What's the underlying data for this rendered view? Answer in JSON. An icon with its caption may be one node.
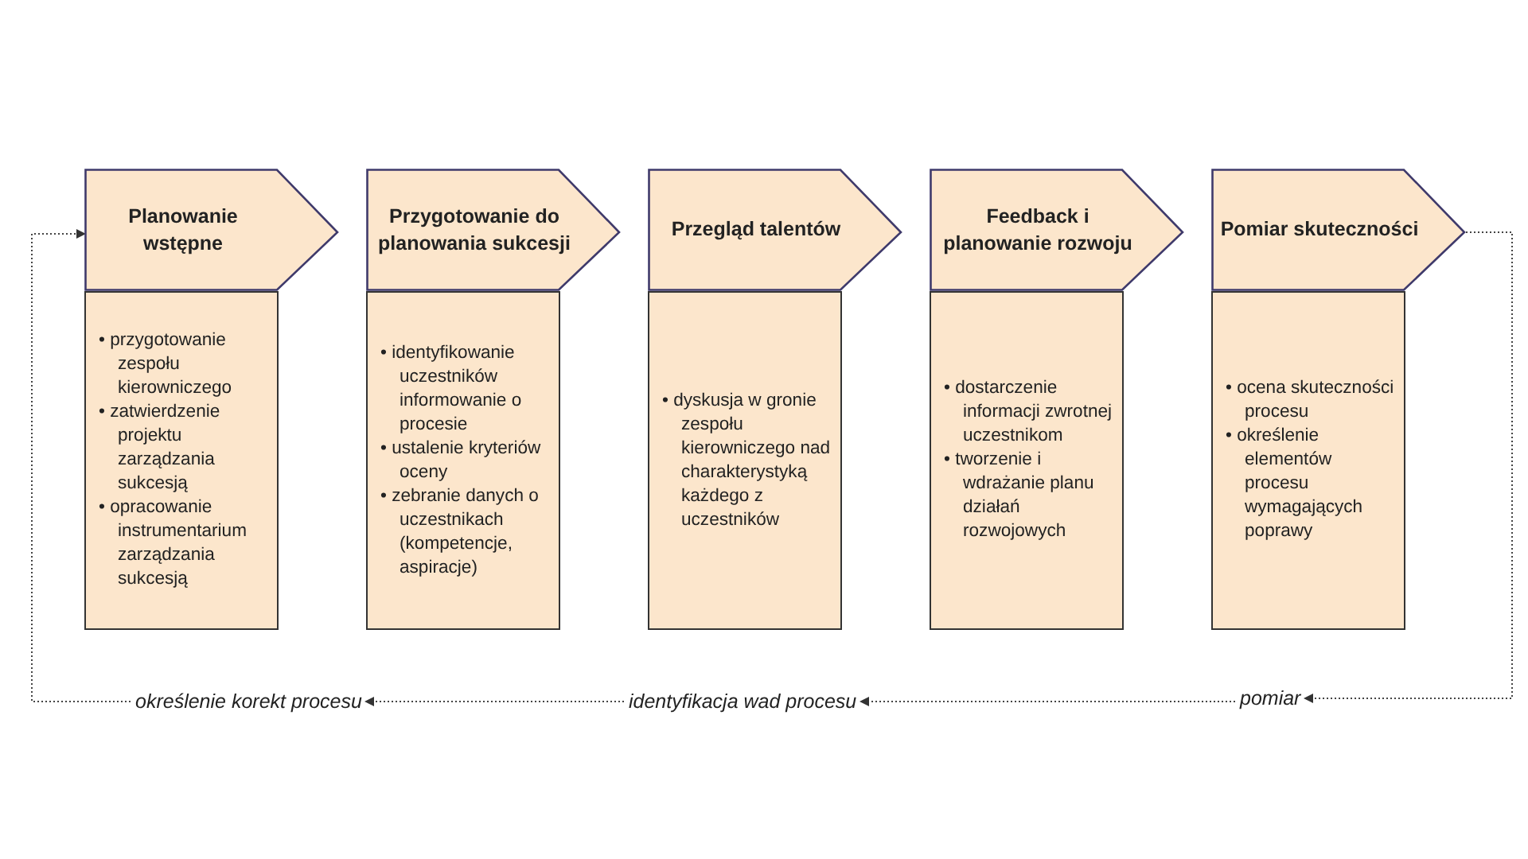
{
  "diagram": {
    "nodes": [
      {
        "text": [
          "Planowanie wstępne"
        ]
      },
      {
        "text": [
          "• przygotowanie zespołu kierowniczego",
          "• zatwierdzenie projektu zarządzania sukcesją",
          "• opracowanie instrumentarium zarządzania sukcesją"
        ]
      },
      {
        "text": [
          "Przygotowanie do planowania sukcesji"
        ]
      },
      {
        "text": [
          "• identyfikowanie uczestników informowanie o procesie",
          "• ustalenie kryteriów oceny",
          "• zebranie danych o uczestnikach (kompetencje, aspiracje)"
        ]
      },
      {
        "text": [
          "Przegląd talentów"
        ]
      },
      {
        "text": [
          "• dyskusja w gronie zespołu kierowniczego nad charakterystyką każdego z uczestników"
        ]
      },
      {
        "text": [
          "Feedback i planowanie rozwoju"
        ]
      },
      {
        "text": [
          "• dostarczenie informacji zwrotnej uczestnikom",
          "• tworzenie i wdrażanie planu działań rozwojowych"
        ]
      },
      {
        "text": [
          "Pomiar skuteczności"
        ]
      },
      {
        "text": [
          "• ocena skuteczności procesu",
          "• określenie elementów procesu wymagających poprawy"
        ]
      },
      {
        "text": [
          "pomiar"
        ]
      },
      {
        "text": [
          "identyfikacja wad procesu"
        ]
      },
      {
        "text": [
          "określenie korekt procesu"
        ]
      }
    ],
    "edges": [
      {
        "from": 8,
        "to": 10,
        "arrow": "to",
        "style": "dashed"
      },
      {
        "from": 10,
        "to": 11,
        "arrow": "to",
        "style": "dashed"
      },
      {
        "from": 11,
        "to": 12,
        "arrow": "to",
        "style": "dashed"
      },
      {
        "from": 12,
        "to": 0,
        "arrow": "to",
        "style": "dashed"
      }
    ]
  }
}
